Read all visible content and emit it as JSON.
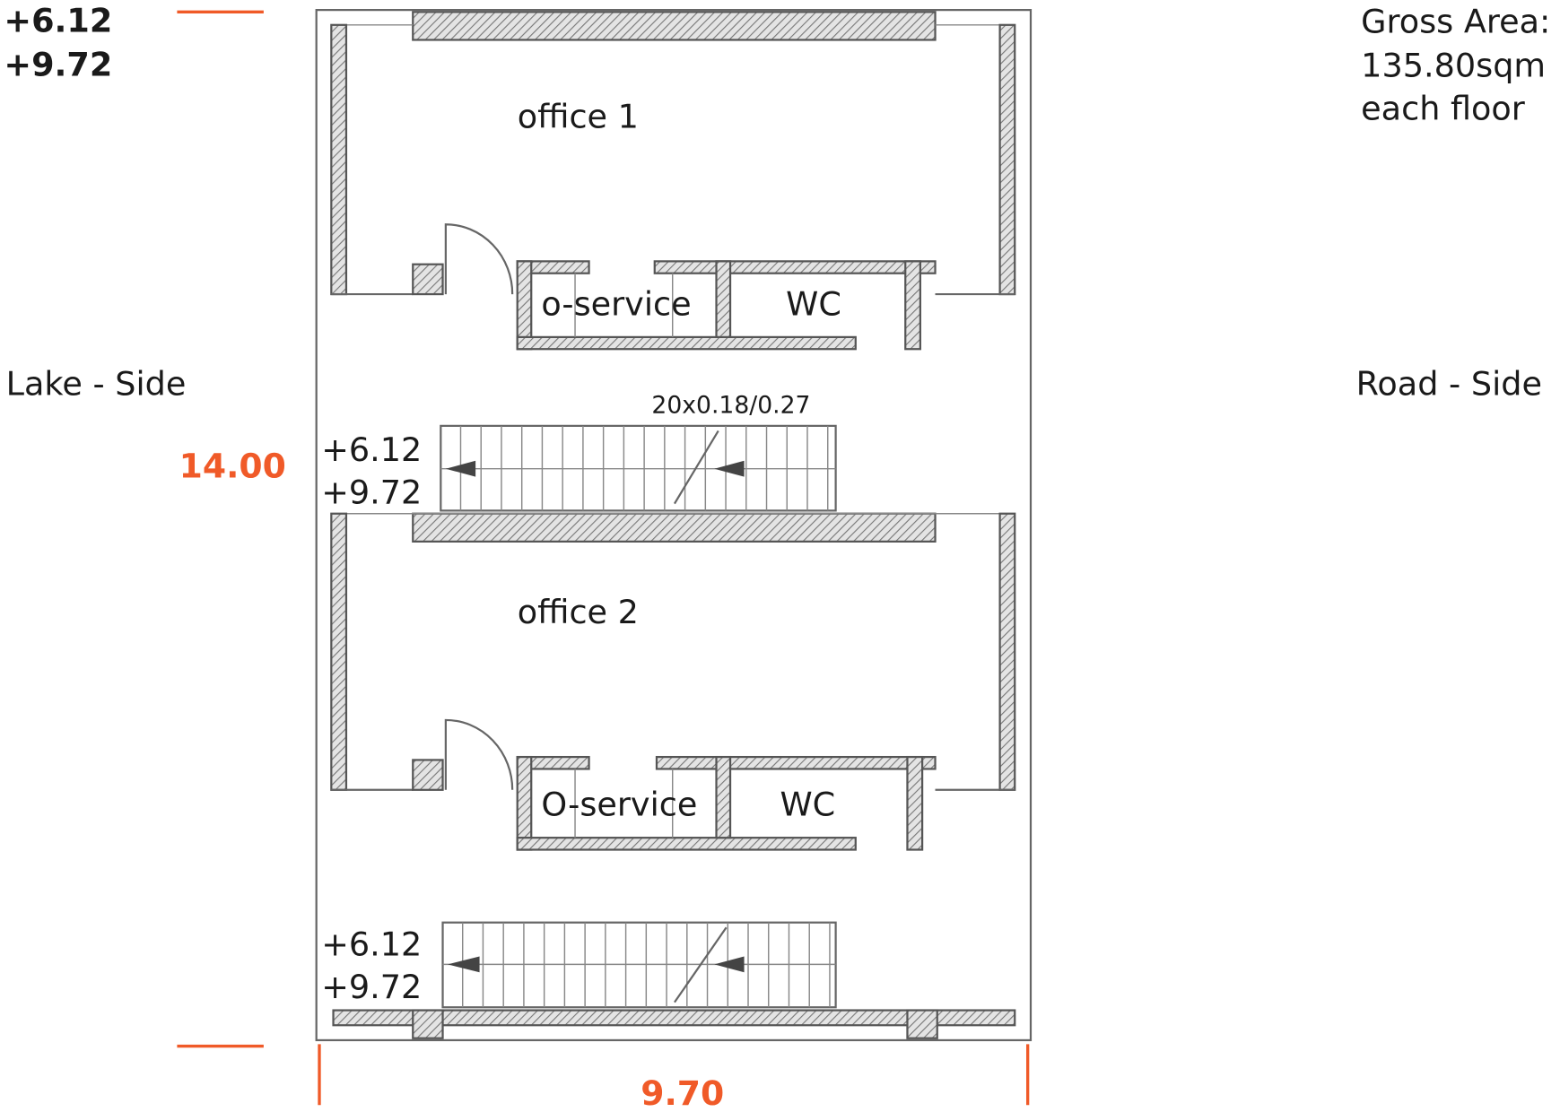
{
  "levels_top": [
    "+6.12",
    "+9.72"
  ],
  "gross_area": [
    "Gross Area:",
    "135.80sqm",
    "each floor"
  ],
  "sides": {
    "left": "Lake - Side",
    "right": "Road - Side"
  },
  "dimensions": {
    "height": "14.00",
    "width": "9.70",
    "stair_spec": "20x0.18/0.27"
  },
  "rooms": {
    "office1": "office 1",
    "service1": "o-service",
    "wc1": "WC",
    "office2": "office 2",
    "service2": "O-service",
    "wc2": "WC"
  },
  "stair_levels_1": [
    "+6.12",
    "+9.72"
  ],
  "stair_levels_2": [
    "+6.12",
    "+9.72"
  ],
  "colors": {
    "dimension": "#f05a28",
    "line": "#555555"
  }
}
